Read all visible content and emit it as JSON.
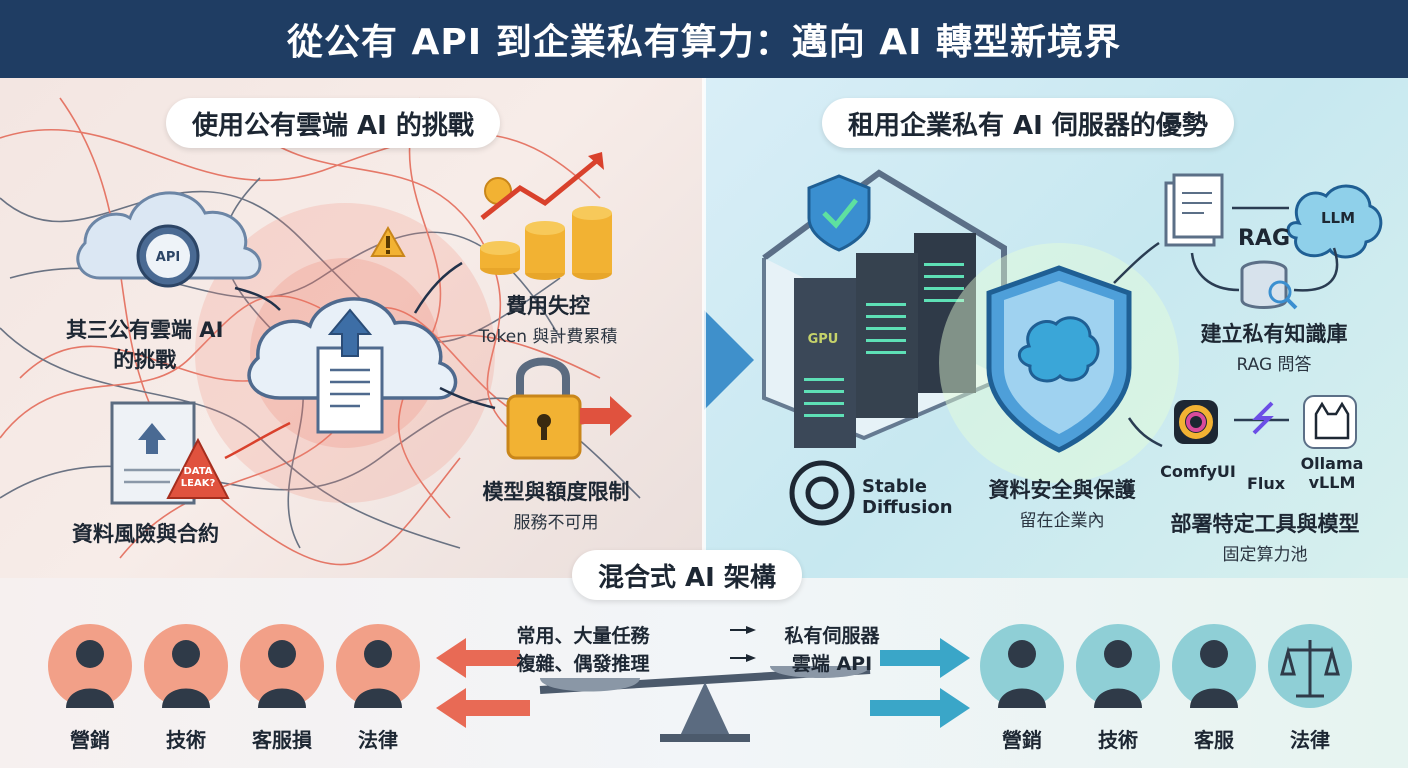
{
  "title": "從公有 API 到企業私有算力：邁向 AI 轉型新境界",
  "left": {
    "heading": "使用公有雲端 AI 的挑戰",
    "api_label": "API",
    "data_leak": "DATA LEAK?",
    "challenge_main": {
      "line1": "其三公有雲端 AI",
      "line2": "的挑戰"
    },
    "cost": {
      "title": "費用失控",
      "sub": "Token 與計費累積"
    },
    "data_risk": {
      "title": "資料風險與合約"
    },
    "limit": {
      "title": "模型與額度限制",
      "sub": "服務不可用"
    }
  },
  "right": {
    "heading": "租用企業私有 AI 伺服器的優勢",
    "gpu_label": "GPU",
    "rag": {
      "tag": "RAG",
      "llm": "LLM",
      "title": "建立私有知識庫",
      "sub": "RAG 問答"
    },
    "security": {
      "title": "資料安全與保護",
      "sub": "留在企業內"
    },
    "stable": {
      "line1": "Stable",
      "line2": "Diffusion"
    },
    "tools": {
      "comfy": "ComfyUI",
      "flux": "Flux",
      "ollama": "Ollama",
      "vllm": "vLLM",
      "title": "部署特定工具與模型",
      "sub": "固定算力池"
    }
  },
  "bottom": {
    "heading": "混合式 AI 架構",
    "left_text": {
      "line1": "常用、大量任務",
      "line2": "複雜、偶發推理"
    },
    "right_text": {
      "line1": "私有伺服器",
      "line2": "雲端 API"
    },
    "left_people": [
      "營銷",
      "技術",
      "客服損",
      "法律"
    ],
    "right_people": [
      "營銷",
      "技術",
      "客服",
      "法律"
    ]
  },
  "colors": {
    "header_bg": "#1f3d63",
    "danger": "#e0523e",
    "accent_blue": "#2f86c6",
    "teal": "#3aa6b8"
  }
}
